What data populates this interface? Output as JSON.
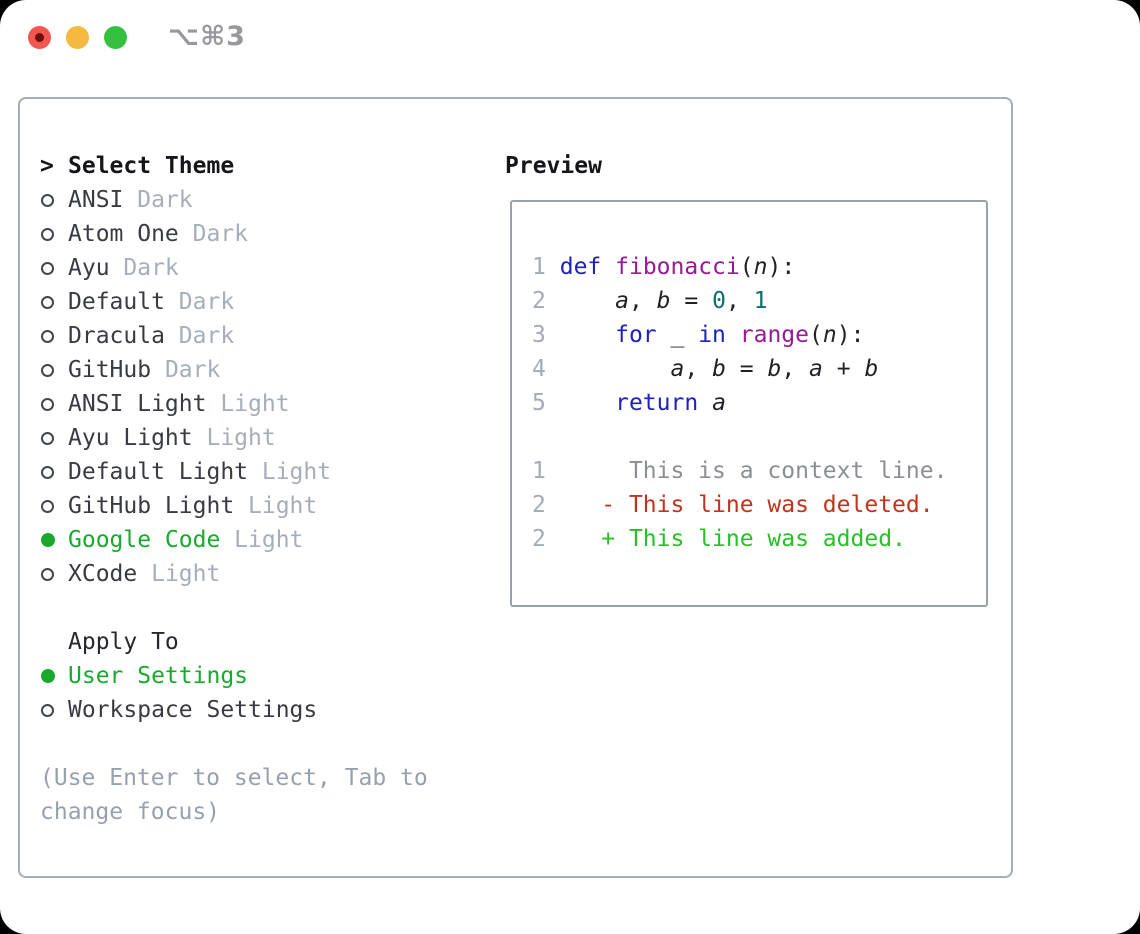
{
  "titlebar": {
    "shortcut": "⌥⌘3",
    "traffic_lights": [
      "close-icon",
      "minimize-icon",
      "zoom-icon"
    ]
  },
  "theme_panel": {
    "header_prefix": ">",
    "header": "Select Theme",
    "themes": [
      {
        "name": "ANSI",
        "variant": "Dark",
        "selected": false
      },
      {
        "name": "Atom One",
        "variant": "Dark",
        "selected": false
      },
      {
        "name": "Ayu",
        "variant": "Dark",
        "selected": false
      },
      {
        "name": "Default",
        "variant": "Dark",
        "selected": false
      },
      {
        "name": "Dracula",
        "variant": "Dark",
        "selected": false
      },
      {
        "name": "GitHub",
        "variant": "Dark",
        "selected": false
      },
      {
        "name": "ANSI Light",
        "variant": "Light",
        "selected": false
      },
      {
        "name": "Ayu Light",
        "variant": "Light",
        "selected": false
      },
      {
        "name": "Default Light",
        "variant": "Light",
        "selected": false
      },
      {
        "name": "GitHub Light",
        "variant": "Light",
        "selected": false
      },
      {
        "name": "Google Code",
        "variant": "Light",
        "selected": true
      },
      {
        "name": "XCode",
        "variant": "Light",
        "selected": false
      }
    ],
    "apply_to": {
      "header": "Apply To",
      "options": [
        {
          "label": "User Settings",
          "selected": true
        },
        {
          "label": "Workspace Settings",
          "selected": false
        }
      ]
    },
    "help_lines": [
      "(Use Enter to select, Tab to",
      "change focus)"
    ]
  },
  "preview": {
    "title": "Preview",
    "code_lines": [
      {
        "num": "1",
        "tokens": [
          {
            "t": "def",
            "c": "kwd"
          },
          {
            "t": " ",
            "c": "pln"
          },
          {
            "t": "fibonacci",
            "c": "fun"
          },
          {
            "t": "(",
            "c": "pln"
          },
          {
            "t": "n",
            "c": "var"
          },
          {
            "t": "):",
            "c": "pln"
          }
        ]
      },
      {
        "num": "2",
        "tokens": [
          {
            "t": "    ",
            "c": "pln"
          },
          {
            "t": "a",
            "c": "var"
          },
          {
            "t": ", ",
            "c": "pln"
          },
          {
            "t": "b",
            "c": "var"
          },
          {
            "t": " = ",
            "c": "pln"
          },
          {
            "t": "0",
            "c": "num"
          },
          {
            "t": ", ",
            "c": "pln"
          },
          {
            "t": "1",
            "c": "num"
          }
        ]
      },
      {
        "num": "3",
        "tokens": [
          {
            "t": "    ",
            "c": "pln"
          },
          {
            "t": "for",
            "c": "kwd"
          },
          {
            "t": " _ ",
            "c": "pln"
          },
          {
            "t": "in",
            "c": "kwd"
          },
          {
            "t": " ",
            "c": "pln"
          },
          {
            "t": "range",
            "c": "fun"
          },
          {
            "t": "(",
            "c": "pln"
          },
          {
            "t": "n",
            "c": "var"
          },
          {
            "t": "):",
            "c": "pln"
          }
        ]
      },
      {
        "num": "4",
        "tokens": [
          {
            "t": "        ",
            "c": "pln"
          },
          {
            "t": "a",
            "c": "var"
          },
          {
            "t": ", ",
            "c": "pln"
          },
          {
            "t": "b",
            "c": "var"
          },
          {
            "t": " = ",
            "c": "pln"
          },
          {
            "t": "b",
            "c": "var"
          },
          {
            "t": ", ",
            "c": "pln"
          },
          {
            "t": "a",
            "c": "var"
          },
          {
            "t": " + ",
            "c": "pln"
          },
          {
            "t": "b",
            "c": "var"
          }
        ]
      },
      {
        "num": "5",
        "tokens": [
          {
            "t": "    ",
            "c": "pln"
          },
          {
            "t": "return",
            "c": "kwd"
          },
          {
            "t": " ",
            "c": "pln"
          },
          {
            "t": "a",
            "c": "var"
          }
        ]
      }
    ],
    "diff_lines": [
      {
        "num": "1",
        "sign": "",
        "kind": "context",
        "text": "This is a context line."
      },
      {
        "num": "2",
        "sign": "-",
        "kind": "deleted",
        "text": "This line was deleted."
      },
      {
        "num": "2",
        "sign": "+",
        "kind": "added",
        "text": "This line was added."
      }
    ]
  },
  "colors": {
    "selection_green": "#19aa2d",
    "added_green": "#27c127",
    "deleted_red": "#c2331c",
    "keyword_blue": "#1e22b8",
    "function_purple": "#961996",
    "number_teal": "#0c6f6f",
    "muted_gray": "#a5aeb9",
    "panel_border": "#a4adb8",
    "traffic_red": "#f2564f",
    "traffic_yellow": "#f6b93f",
    "traffic_green": "#35c13f"
  }
}
